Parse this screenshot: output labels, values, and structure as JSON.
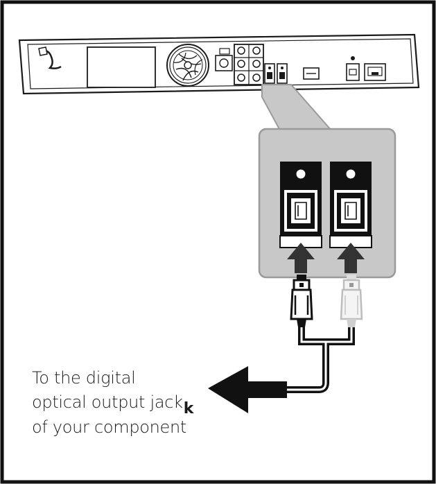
{
  "caption": {
    "line1": "To the digital",
    "line2": "optical output jack",
    "marker": "k",
    "line3": "of your component"
  },
  "colors": {
    "frame": "#111111",
    "ink": "#1a1a1a",
    "panel_gray": "#c8c8c8",
    "panel_border": "#9a9a9a",
    "arrow_dark": "#333333",
    "plug_white": "#f4f4f4"
  },
  "icons": {
    "connector_arrows": "up-arrow-icon",
    "direction_arrow": "left-arrow-icon"
  }
}
